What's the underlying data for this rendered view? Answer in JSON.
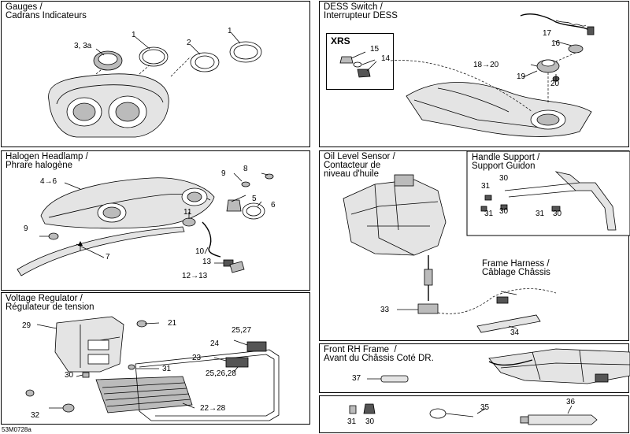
{
  "panels": {
    "gauges": {
      "title": "Gauges /\nCadrans Indicateurs"
    },
    "dess": {
      "title": "DESS Switch /\nInterrupteur DESS",
      "subbox": "XRS"
    },
    "headlamp": {
      "title": "Halogen Headlamp /\nPhrare halogène"
    },
    "oil": {
      "title": "Oil Level Sensor /\nContacteur de\nniveau d'huile"
    },
    "handle": {
      "title": "Handle Support /\nSupport Guidon"
    },
    "harness": {
      "title": "Frame Harness /\nCâblage Châssis"
    },
    "regulator": {
      "title": "Voltage Regulator /\nRégulateur de tension"
    },
    "frontframe": {
      "title": "Front RH Frame  /\nAvant du Châssis Coté DR."
    }
  },
  "callouts": {
    "g_3": "3, 3a",
    "g_1a": "1",
    "g_2": "2",
    "g_1b": "1",
    "d_17": "17",
    "d_16": "16",
    "d_15": "15",
    "d_14": "14",
    "d_18": "18→20",
    "d_19": "19",
    "d_20": "20",
    "h_46": "4→6",
    "h_8": "8",
    "h_9a": "9",
    "h_5": "5",
    "h_6": "6",
    "h_11": "11",
    "h_9b": "9",
    "h_7": "7",
    "h_10": "10",
    "h_13": "13",
    "h_1213": "12→13",
    "o_33": "33",
    "o_34": "34",
    "hs_30a": "30",
    "hs_31a": "31",
    "hs_31b": "31",
    "hs_30b": "30",
    "hs_31c": "31",
    "hs_30c": "30",
    "r_29": "29",
    "r_21": "21",
    "r_2527": "25,27",
    "r_24": "24",
    "r_23": "23",
    "r_252628": "25,26,28",
    "r_31": "31",
    "r_30": "30",
    "r_32": "32",
    "r_2228": "22→28",
    "f_37": "37",
    "b_31": "31",
    "b_30": "30",
    "b_35": "35",
    "b_36": "36"
  },
  "doc_id": "53M0728a"
}
